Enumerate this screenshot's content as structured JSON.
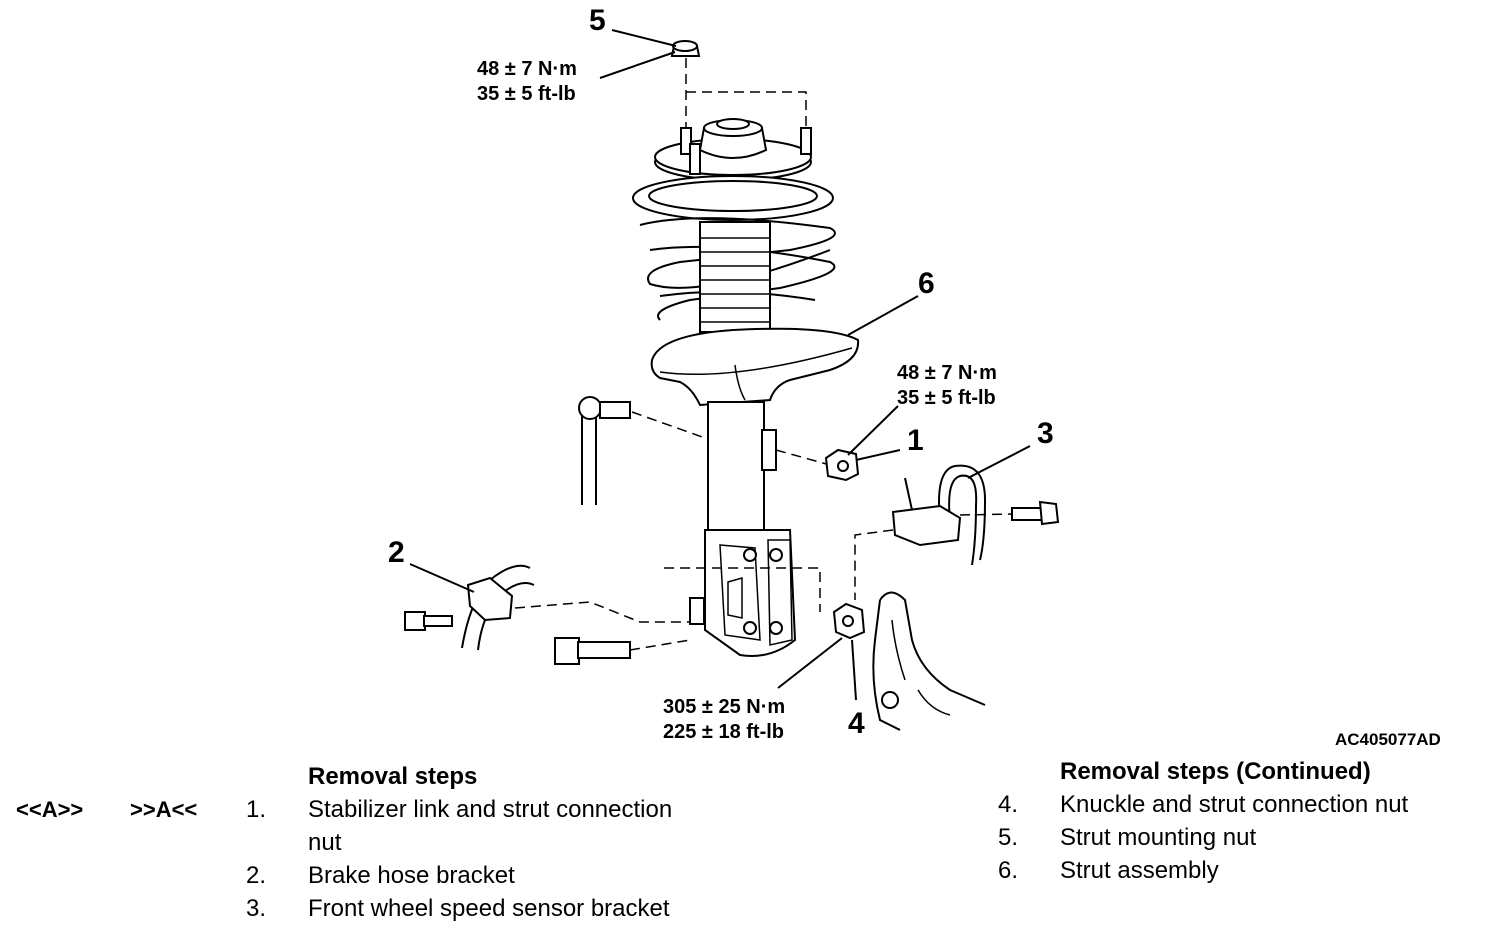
{
  "figure": {
    "figure_id": "AC405077AD",
    "callouts": {
      "c1": "1",
      "c2": "2",
      "c3": "3",
      "c4": "4",
      "c5": "5",
      "c6": "6"
    },
    "torque_strut_top": {
      "metric": "48 ± 7 N·m",
      "imperial": "35 ± 5 ft-lb"
    },
    "torque_stabilizer": {
      "metric": "48 ± 7 N·m",
      "imperial": "35 ± 5 ft-lb"
    },
    "torque_knuckle": {
      "metric": "305 ± 25 N·m",
      "imperial": "225 ± 18 ft-lb"
    }
  },
  "removal_left": {
    "heading": "Removal steps",
    "tag_removal": "<<A>>",
    "tag_install": ">>A<<",
    "steps": [
      {
        "num": "1.",
        "text_line1": "Stabilizer link and strut connection",
        "text_line2": "nut"
      },
      {
        "num": "2.",
        "text": "Brake hose bracket"
      },
      {
        "num": "3.",
        "text": "Front wheel speed sensor bracket"
      }
    ]
  },
  "removal_right": {
    "heading": "Removal steps (Continued)",
    "steps": [
      {
        "num": "4.",
        "text": "Knuckle and strut connection nut"
      },
      {
        "num": "5.",
        "text": "Strut mounting nut"
      },
      {
        "num": "6.",
        "text": "Strut assembly"
      }
    ]
  }
}
